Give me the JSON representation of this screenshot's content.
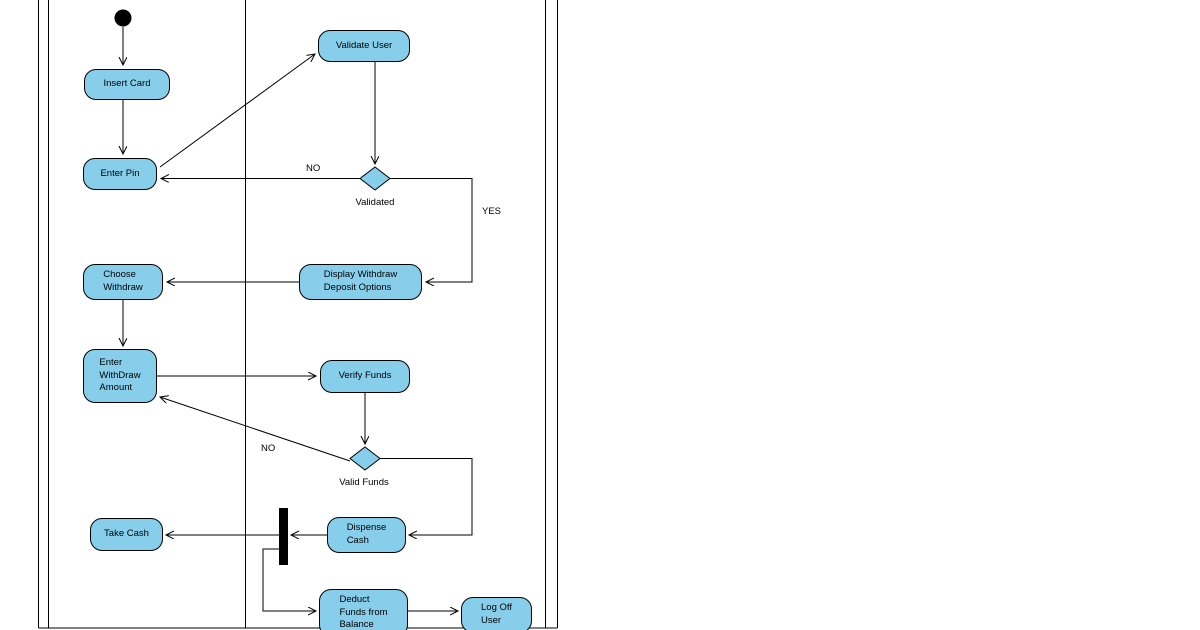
{
  "colors": {
    "node_fill": "#87CEEB",
    "node_border": "#000000",
    "line": "#000000",
    "background": "#ffffff"
  },
  "nodes": {
    "validate_user": {
      "label": "Validate User"
    },
    "insert_card": {
      "label": "Insert Card"
    },
    "enter_pin": {
      "label": "Enter Pin"
    },
    "choose_withdraw": {
      "label": "Choose\nWithdraw"
    },
    "display_options": {
      "label": "Display Withdraw\nDeposit Options"
    },
    "enter_withdraw_amount": {
      "label": "Enter\nWithDraw\nAmount"
    },
    "verify_funds": {
      "label": "Verify Funds"
    },
    "dispense_cash": {
      "label": "Dispense\nCash"
    },
    "take_cash": {
      "label": "Take Cash"
    },
    "deduct_funds": {
      "label": "Deduct\nFunds from\nBalance"
    },
    "log_off_user": {
      "label": "Log Off\nUser"
    }
  },
  "edge_labels": {
    "no_pin": "NO",
    "validated": "Validated",
    "yes": "YES",
    "no_funds": "NO",
    "valid_funds": "Valid Funds"
  }
}
